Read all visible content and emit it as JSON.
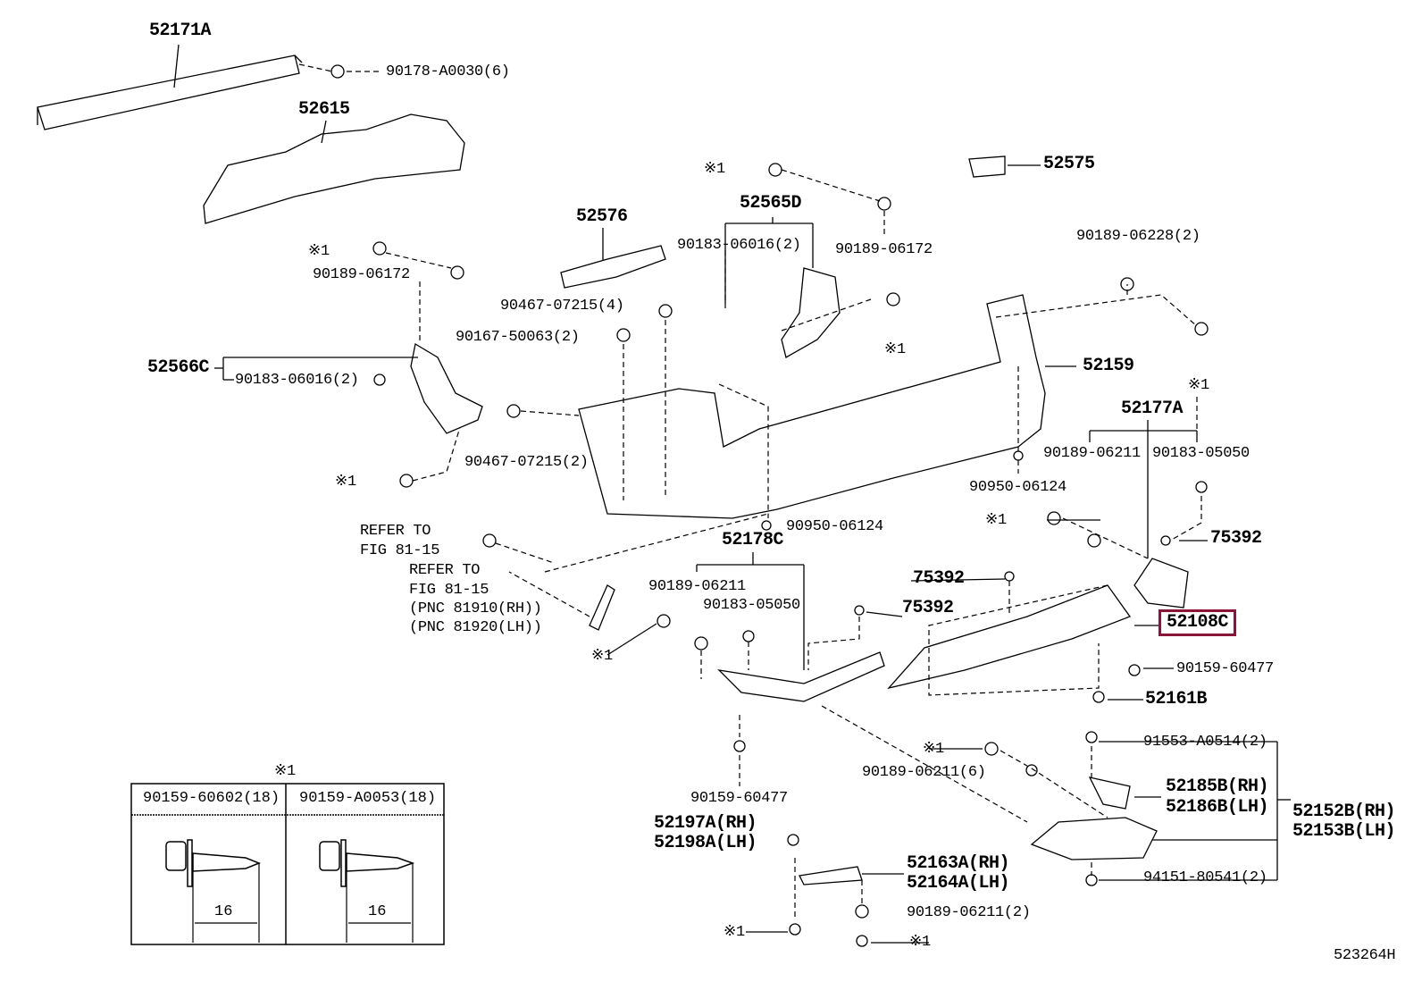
{
  "diagram_id": "523264H",
  "highlight_color": "#8b1538",
  "labels": [
    "52171A",
    "90178-A0030(6)",
    "52615",
    "※1",
    "52565D",
    "52575",
    "52576",
    "90183-06016(2)",
    "90189-06172",
    "90189-06228(2)",
    "※1",
    "90189-06172",
    "90467-07215(4)",
    "90167-50063(2)",
    "※1",
    "52566C",
    "90183-06016(2)",
    "52159",
    "※1",
    "52177A",
    "90467-07215(2)",
    "90189-06211",
    "90183-05050",
    "※1",
    "90950-06124",
    "※1",
    "90950-06124",
    "REFER TO",
    "FIG 81-15",
    "52178C",
    "75392",
    "REFER TO",
    "FIG 81-15",
    "(PNC 81910(RH))",
    "(PNC 81920(LH))",
    "75392",
    "90189-06211",
    "90183-05050",
    "75392",
    "52108C",
    "※1",
    "90159-60477",
    "52161B",
    "91553-A0514(2)",
    "※1",
    "90189-06211(6)",
    "52185B(RH)",
    "52186B(LH)",
    "90159-60477",
    "52152B(RH)",
    "52153B(LH)",
    "52197A(RH)",
    "52198A(LH)",
    "52163A(RH)",
    "52164A(LH)",
    "90189-06211(2)",
    "94151-80541(2)",
    "※1",
    "※1"
  ],
  "fastener_table": {
    "title": "※1",
    "columns": [
      {
        "part": "90159-60602(18)",
        "length": "16"
      },
      {
        "part": "90159-A0053(18)",
        "length": "16"
      }
    ]
  }
}
